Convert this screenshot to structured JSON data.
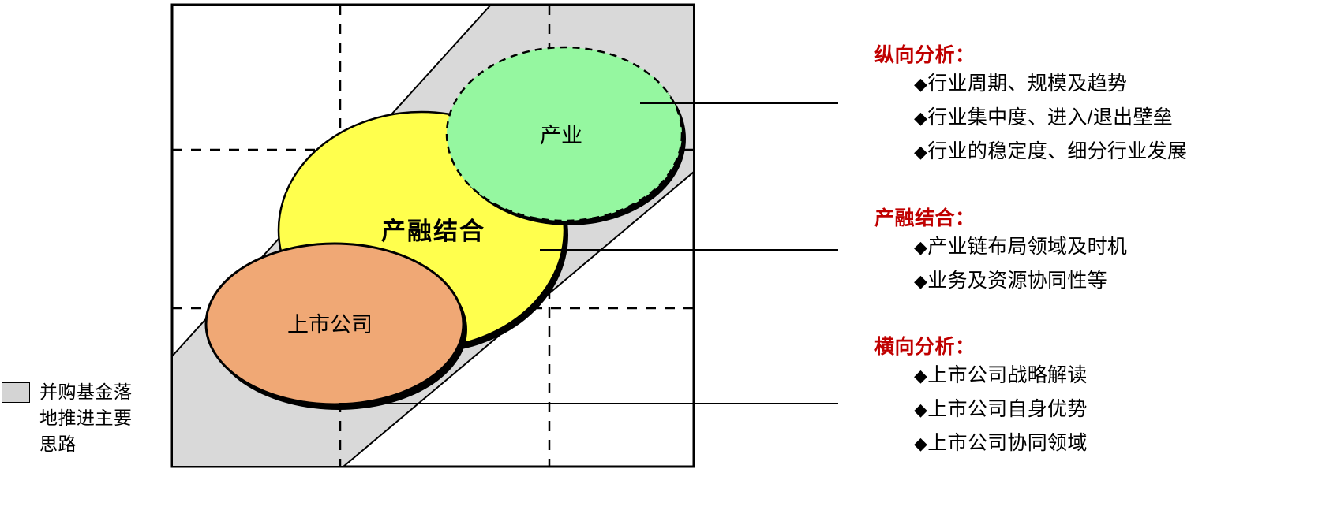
{
  "legend": {
    "swatch_color": "#d4d4d4",
    "label_lines": [
      "并购基金落",
      "地推进主要",
      "思路"
    ],
    "label_text": "并购基金落地推进主要思路"
  },
  "diagram": {
    "frame_color": "#000000",
    "band_color": "#d9d9d9",
    "grid_style": "dashed",
    "ellipses": [
      {
        "key": "industry",
        "label": "产业",
        "fill": "#95f7a0",
        "stroke": "#000000",
        "stroke_style": "dashed"
      },
      {
        "key": "integration",
        "label": "产融结合",
        "fill": "#ffff4d",
        "stroke": "#000000",
        "stroke_style": "solid"
      },
      {
        "key": "listedco",
        "label": "上市公司",
        "fill": "#f0a875",
        "stroke": "#000000",
        "stroke_style": "solid"
      }
    ]
  },
  "panels": [
    {
      "key": "vertical",
      "heading": "纵向分析：",
      "heading_color": "#c00000",
      "bullet": "◆",
      "items": [
        "行业周期、规模及趋势",
        "行业集中度、进入/退出壁垒",
        "行业的稳定度、细分行业发展"
      ]
    },
    {
      "key": "integration",
      "heading": "产融结合：",
      "heading_color": "#c00000",
      "bullet": "◆",
      "items": [
        "产业链布局领域及时机",
        "业务及资源协同性等"
      ]
    },
    {
      "key": "horizontal",
      "heading": "横向分析：",
      "heading_color": "#c00000",
      "bullet": "◆",
      "items": [
        "上市公司战略解读",
        "上市公司自身优势",
        "上市公司协同领域"
      ]
    }
  ]
}
